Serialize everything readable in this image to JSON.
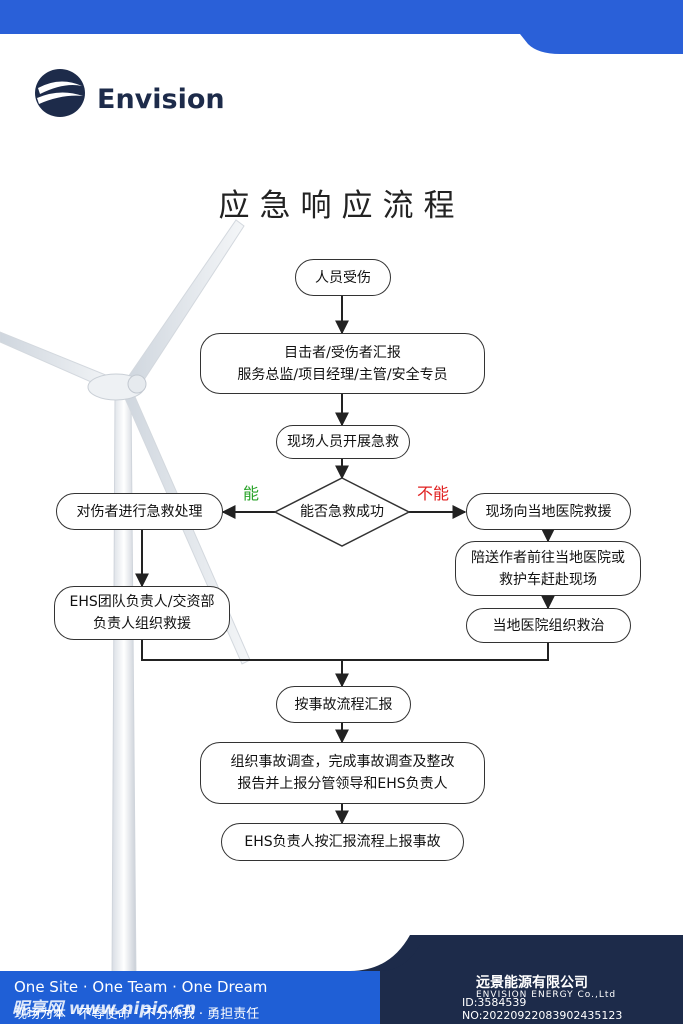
{
  "brand": {
    "name": "Envision"
  },
  "title": "应急响应流程",
  "flow": {
    "injury": "人员受伤",
    "report_witness": "目击者/受伤者汇报\n服务总监/项目经理/主管/安全专员",
    "first_aid": "现场人员开展急救",
    "decision": "能否急救成功",
    "yes_label": "能",
    "no_label": "不能",
    "treat_injured": "对伤者进行急救处理",
    "ehs_rescue": "EHS团队负责人/交资部\n负责人组织救援",
    "hospital_rescue": "现场向当地医院救援",
    "escort": "陪送作者前往当地医院或\n救护车赶赴现场",
    "hospital_treat": "当地医院组织救治",
    "report_process": "按事故流程汇报",
    "investigate": "组织事故调查，完成事故调查及整改\n报告并上报分管领导和EHS负责人",
    "ehs_report": "EHS负责人按汇报流程上报事故"
  },
  "footer": {
    "slogan": "One Site · One Team · One Dream",
    "motto": "现场为本 · 不辱使命 · 不分你我 · 勇担责任",
    "company_cn": "远景能源有限公司",
    "company_en": "ENVISION ENERGY  Co.,Ltd",
    "watermark": "昵享网 www.nipic.cn",
    "watermark_id": "ID:3584539 NO:20220922083902435123"
  },
  "colors": {
    "navy": "#1d2b4a",
    "blue": "#1f5fd6",
    "yes": "#29a329",
    "no": "#e02020"
  }
}
